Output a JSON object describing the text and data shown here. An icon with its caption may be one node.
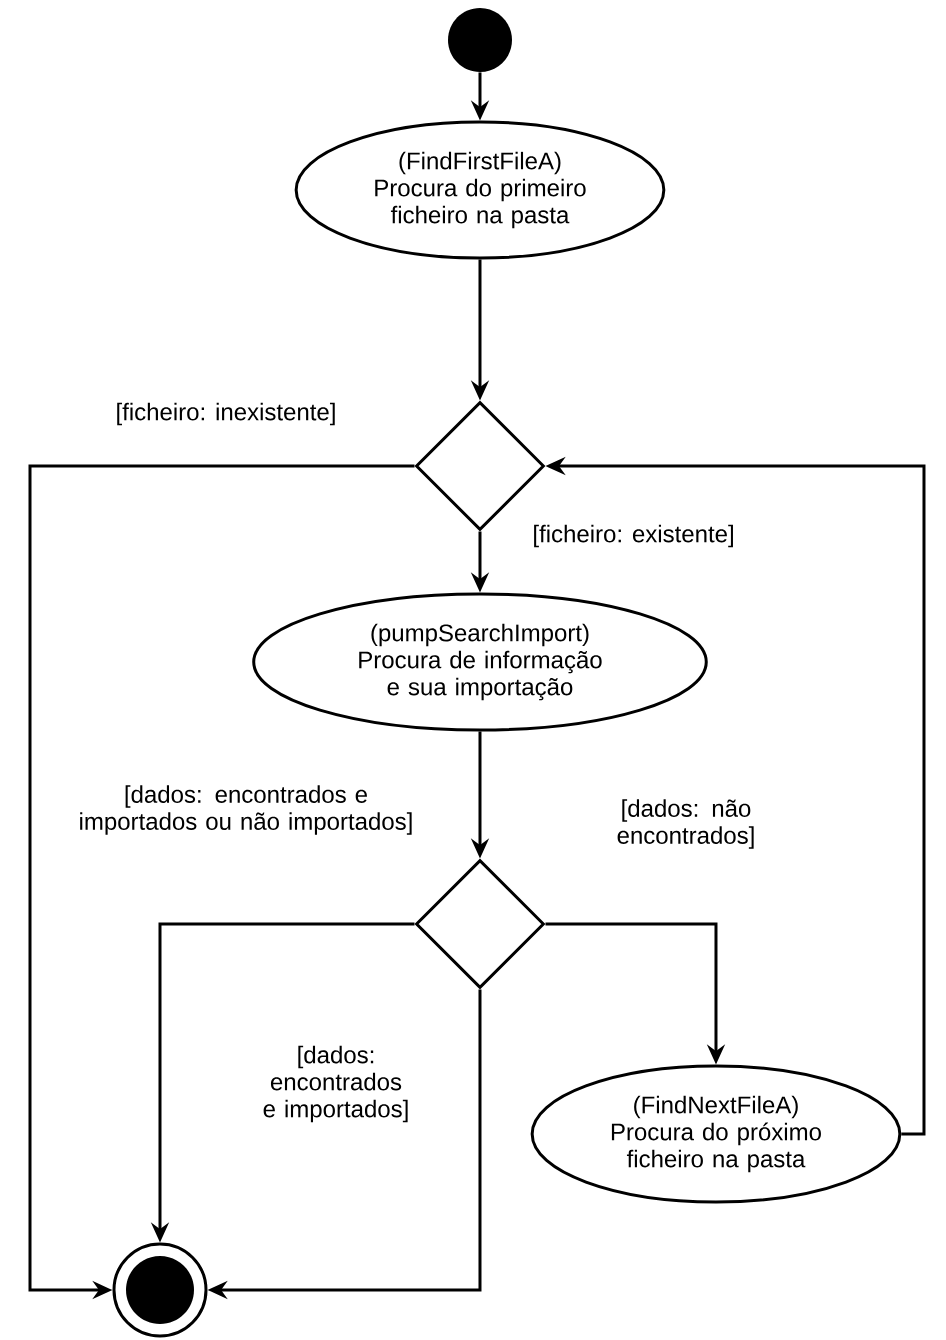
{
  "diagram": {
    "nodes": [
      {
        "text": [],
        "shape": "circle"
      },
      {
        "text": [
          "(FindFirstFileA)",
          "Procura do primeiro ficheiro na pasta"
        ]
      },
      {
        "text": [],
        "shape": "diamond"
      },
      {
        "text": [
          "(pumpSearchImport)",
          "Procura de informação e sua importação"
        ]
      },
      {
        "text": [],
        "shape": "diamond"
      },
      {
        "text": [
          "(FindNextFileA)",
          "Procura do próximo ficheiro na pasta"
        ]
      },
      {
        "text": [],
        "shape": "bullseye"
      }
    ],
    "edges": [
      {
        "from": 0,
        "to": 1,
        "arrow": "to"
      },
      {
        "from": 1,
        "to": 2,
        "arrow": "to"
      },
      {
        "from": 2,
        "to": 3,
        "arrow": "to",
        "label": "[ficheiro: existente]"
      },
      {
        "from": 2,
        "to": 6,
        "arrow": "to",
        "label": "[ficheiro: inexistente]"
      },
      {
        "from": 3,
        "to": 4,
        "arrow": "to"
      },
      {
        "from": 4,
        "to": 5,
        "arrow": "to",
        "label": "[dados: não encontrados]"
      },
      {
        "from": 4,
        "to": 6,
        "arrow": "to",
        "label": "[dados: encontrados e importados ou não importados]"
      },
      {
        "from": 4,
        "to": 6,
        "arrow": "to",
        "label": "[dados: encontrados e importados]"
      },
      {
        "from": 5,
        "to": 2,
        "arrow": "to"
      }
    ]
  }
}
